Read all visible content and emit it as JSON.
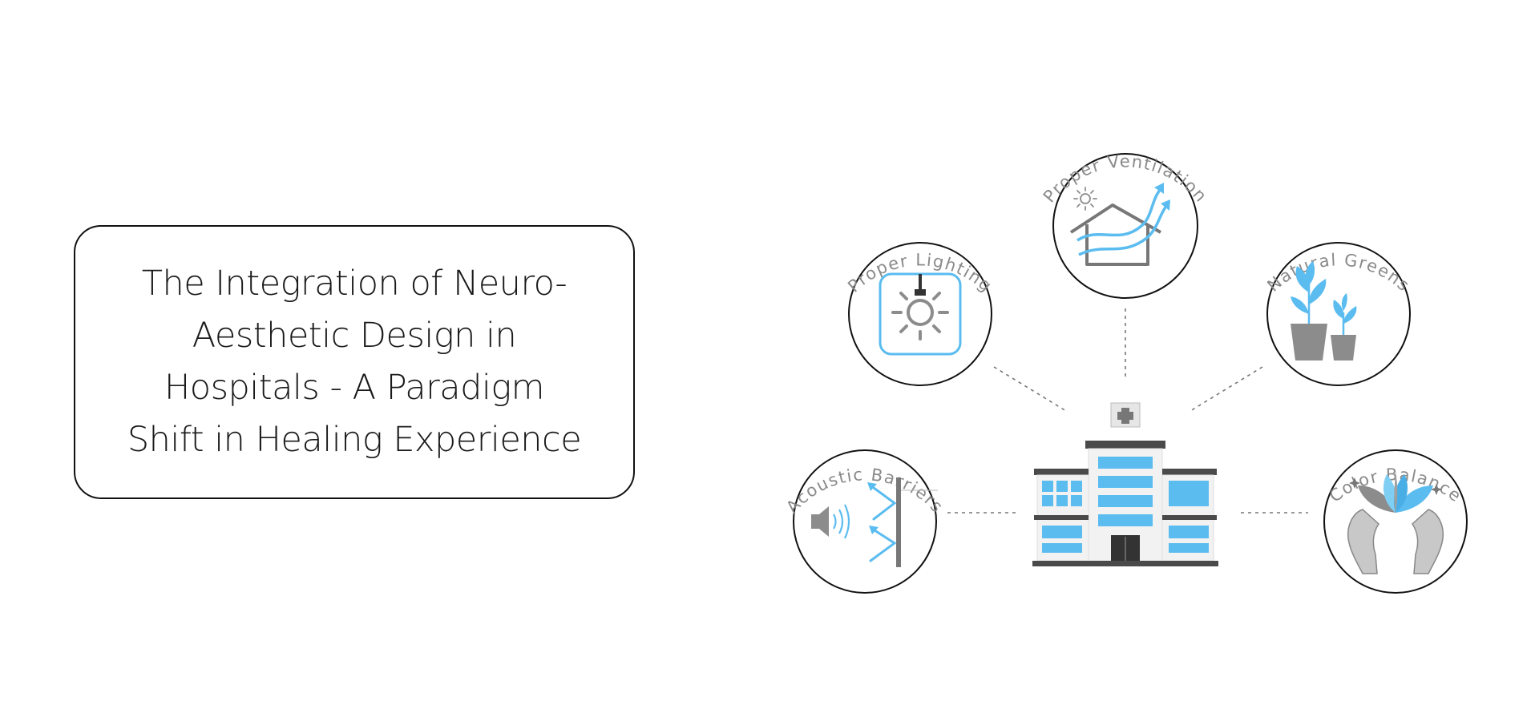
{
  "title": {
    "lines": [
      "The Integration of Neuro-",
      "Aesthetic Design in",
      "Hospitals - A Paradigm",
      "Shift in Healing Experience"
    ]
  },
  "nodes": {
    "proper_lighting": {
      "label": "Proper Lighting",
      "icon": "light-bulb-icon"
    },
    "proper_ventilation": {
      "label": "Proper Ventilation",
      "icon": "ventilation-house-icon"
    },
    "natural_greens": {
      "label": "Natural Greens",
      "icon": "potted-plants-icon"
    },
    "acoustic_barriers": {
      "label": "Acoustic Barriers",
      "icon": "speaker-barrier-icon"
    },
    "color_balance": {
      "label": "Color Balance",
      "icon": "hands-lotus-icon"
    }
  },
  "center": {
    "icon": "hospital-building-icon"
  },
  "colors": {
    "accent_blue": "#5bbcf0",
    "icon_gray": "#8c8c8c",
    "dark_gray": "#4a4a4a",
    "label_gray": "#8a8a8a",
    "outline": "#111111"
  }
}
